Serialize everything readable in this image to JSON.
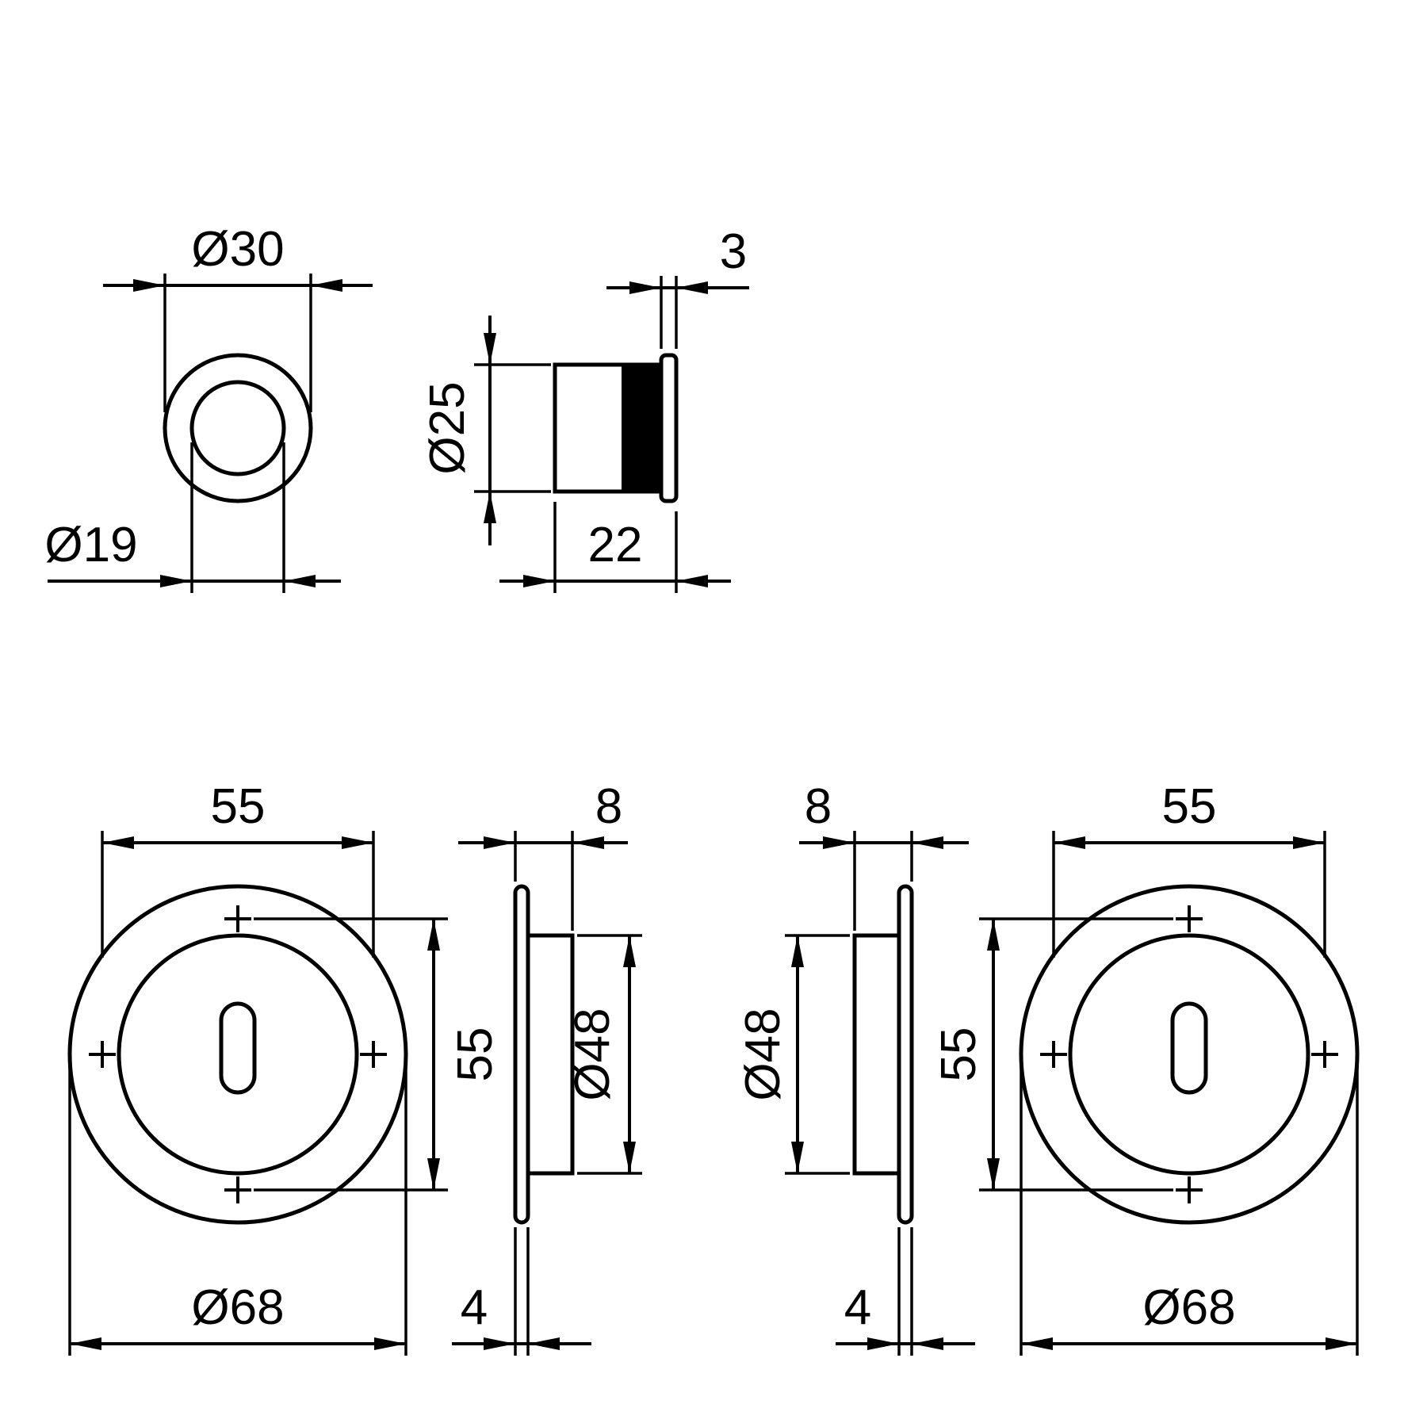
{
  "drawing": {
    "background": "#ffffff",
    "line_color": "#000000",
    "views": {
      "bush_front": {
        "outer_dia": "Ø30",
        "inner_dia": "Ø19"
      },
      "bush_side": {
        "dia": "Ø25",
        "flange_thickness": "3",
        "depth": "22"
      },
      "left_rosette_front": {
        "hole_spacing_h": "55",
        "hole_spacing_v": "55",
        "outer_dia": "Ø68"
      },
      "left_rosette_side": {
        "depth": "8",
        "boss_dia": "Ø48",
        "plate_thickness": "4"
      },
      "right_rosette_side": {
        "depth": "8",
        "boss_dia": "Ø48",
        "plate_thickness": "4"
      },
      "right_rosette_front": {
        "hole_spacing_h": "55",
        "hole_spacing_v": "55",
        "outer_dia": "Ø68"
      }
    }
  }
}
